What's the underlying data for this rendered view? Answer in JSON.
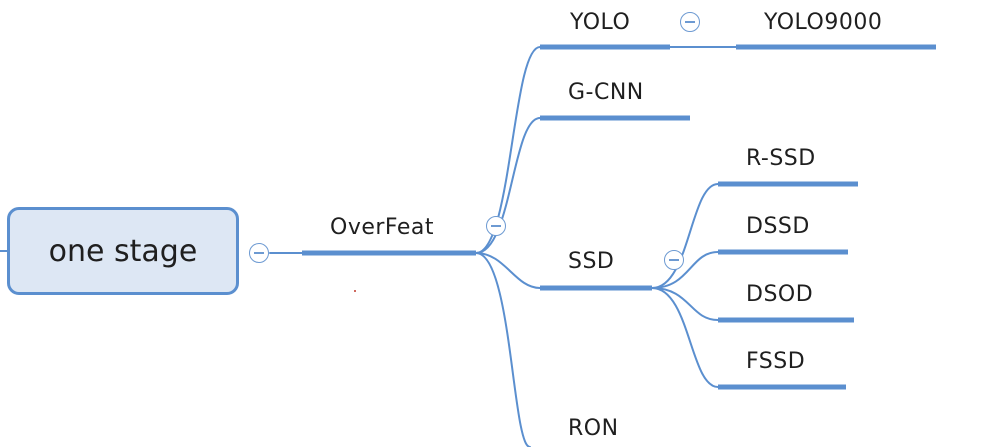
{
  "mindmap": {
    "root": {
      "label": "one stage"
    },
    "level1": {
      "label": "OverFeat"
    },
    "branches": [
      {
        "label": "YOLO",
        "collapsible": true,
        "children": [
          {
            "label": "YOLO9000"
          }
        ]
      },
      {
        "label": "G-CNN"
      },
      {
        "label": "SSD",
        "collapsible": true,
        "children": [
          {
            "label": "R-SSD"
          },
          {
            "label": "DSSD"
          },
          {
            "label": "DSOD"
          },
          {
            "label": "FSSD"
          }
        ]
      },
      {
        "label": "RON"
      }
    ]
  },
  "colors": {
    "line": "#5b8fcf",
    "root_fill": "#dde7f4",
    "text": "#1f1f1f"
  }
}
